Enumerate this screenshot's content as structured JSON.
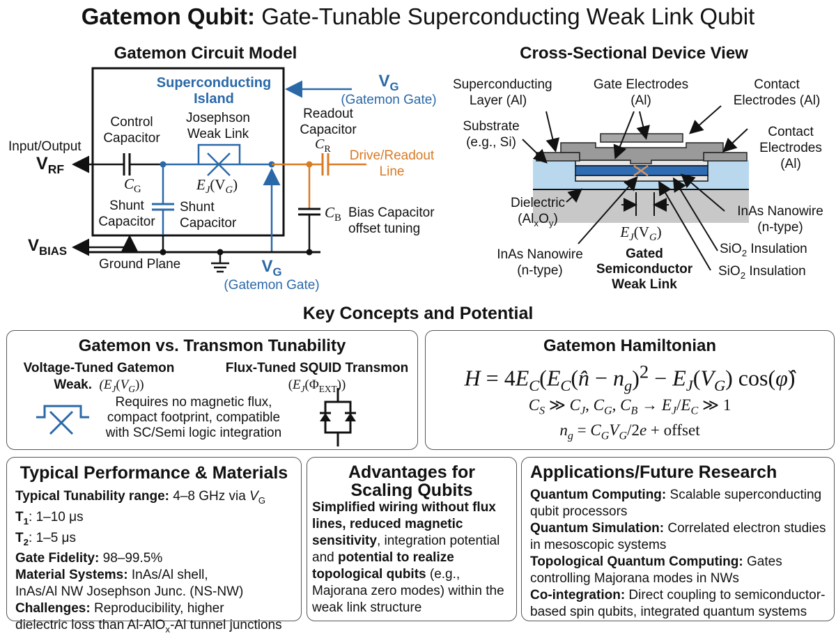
{
  "title": {
    "bold": "Gatemon Qubit:",
    "rest": " Gate-Tunable Superconducting Weak Link Qubit"
  },
  "circuit": {
    "heading": "Gatemon Circuit Model",
    "island_line1": "Superconducting",
    "island_line2": "Island",
    "vg_top": "V",
    "vg_top_sub": "G",
    "vg_top_label": "(Gatemon Gate)",
    "control_cap_line1": "Control",
    "control_cap_line2": "Capacitor",
    "josephson_line1": "Josephson",
    "josephson_line2": "Weak Link",
    "readout_cap_line1": "Readout",
    "readout_cap_line2": "Capacitor",
    "cr_symbol": "C",
    "cr_sub": "R",
    "drive_line1": "Drive/Readout",
    "drive_line2": "Line",
    "io_label": "Input/Output",
    "vrf": "V",
    "vrf_sub": "RF",
    "cg_symbol": "C",
    "cg_sub": "G",
    "ej_label": "E",
    "ej_sub": "J",
    "ej_arg": "(V",
    "ej_arg_sub": "G",
    "ej_close": ")",
    "shunt_left_line1": "Shunt",
    "shunt_left_line2": "Capacitor",
    "shunt_right_line1": "Shunt",
    "shunt_right_line2": "Capacitor",
    "cb_symbol": "C",
    "cb_sub": "B",
    "bias_line1": "Bias Capacitor",
    "bias_line2": "offset tuning",
    "vbias": "V",
    "vbias_sub": "BIAS",
    "ground_label": "Ground Plane",
    "vg_bottom": "V",
    "vg_bottom_sub": "G",
    "vg_bottom_label": "(Gatemon Gate)"
  },
  "device": {
    "heading": "Cross-Sectional Device View",
    "sc_layer_line1": "Superconducting",
    "sc_layer_line2": "Layer (Al)",
    "gate_el_line1": "Gate Electrodes",
    "gate_el_line2": "(Al)",
    "contact_top_line1": "Contact",
    "contact_top_line2": "Electrodes (Al)",
    "substrate_line1": "Substrate",
    "substrate_line2": "(e.g., Si)",
    "contact_right_line1": "Contact",
    "contact_right_line2": "Electrodes",
    "contact_right_line3": "(Al)",
    "dielectric_line1": "Dielectric",
    "dielectric_line2_a": "(Al",
    "dielectric_line2_x": "x",
    "dielectric_line2_b": "O",
    "dielectric_line2_y": "y",
    "dielectric_line2_c": ")",
    "inas_right_line1": "InAs Nanowire",
    "inas_right_line2": "(n-type)",
    "inas_left_line1": "InAs Nanowire",
    "inas_left_line2": "(n-type)",
    "ej_label": "E",
    "ej_sub": "J",
    "ej_arg": "(V",
    "ej_arg_sub": "G",
    "ej_close": ")",
    "weak_link_line1": "Gated",
    "weak_link_line2": "Semiconductor",
    "weak_link_line3": "Weak Link",
    "sio2_1_a": "SiO",
    "sio2_1_sub": "2",
    "sio2_1_b": " Insulation",
    "sio2_2_a": "SiO",
    "sio2_2_sub": "2",
    "sio2_2_b": " Insulation"
  },
  "key_concepts": {
    "heading": "Key Concepts and Potential"
  },
  "tunability": {
    "title": "Gatemon vs. Transmon Tunability",
    "left_heading": "Voltage-Tuned Gatemon",
    "left_sub_bold": "Weak.",
    "left_sub_math": "(E_J(V_G))",
    "right_heading": "Flux-Tuned SQUID Transmon",
    "right_sub_math": "(E_J(Φ_EXT))",
    "desc_line1": "Requires no magnetic flux,",
    "desc_line2": "compact footprint, compatible",
    "desc_line3": "with SC/Semi logic integration",
    "left_icon": "josephson-weak-link-icon",
    "right_icon": "squid-icon"
  },
  "hamiltonian": {
    "title": "Gatemon Hamiltonian",
    "eq1": "H = 4E_C(E_C(n̂ − n_g)^2 − E_J(V_G) cos(φ̂)",
    "eq2": "C_S ≫ C_J, C_G, C_B → E_J/E_C ≫ 1",
    "eq3": "n_g = C_G V_G/2e + offset"
  },
  "performance": {
    "title": "Typical Performance & Materials",
    "rows": [
      {
        "label": "Typical Tunability range:",
        "value": " 4–8 GHz via V_G"
      },
      {
        "label": "T1:",
        "value": " 1–10 μs"
      },
      {
        "label": "T2:",
        "value": " 1–5 μs"
      },
      {
        "label": "Gate Fidelity:",
        "value": " 98–99.5%"
      },
      {
        "label": "Material Systems:",
        "value": " InAs/Al shell,"
      },
      {
        "label": "",
        "value": "InAs/Al NW Josephson Junc. (NS-NW)"
      },
      {
        "label": "Challenges:",
        "value": " Reproducibility, higher"
      },
      {
        "label": "",
        "value": "dielectric loss than Al-AlOx-Al tunnel junctions"
      }
    ],
    "tunability_label": "Typical Tunability range:",
    "tunability_value": " 4–8 GHz via ",
    "tunability_var": "V",
    "tunability_var_sub": "G",
    "t1_label": "T",
    "t1_sub": "1",
    "t1_value": ": 1–10 μs",
    "t2_label": "T",
    "t2_sub": "2",
    "t2_value": ": 1–5 μs",
    "fidelity_label": "Gate Fidelity:",
    "fidelity_value": " 98–99.5%",
    "material_label": "Material Systems:",
    "material_value": " InAs/Al shell,",
    "material_value2": "InAs/Al NW Josephson Junc. (NS-NW)",
    "challenges_label": "Challenges:",
    "challenges_value": " Reproducibility, higher",
    "challenges_value2_a": "dielectric loss than Al-AlO",
    "challenges_value2_sub": "x",
    "challenges_value2_b": "-Al tunnel junctions"
  },
  "advantages": {
    "title_line1": "Advantages for",
    "title_line2": "Scaling Qubits",
    "bold1": "Simplified wiring without flux lines, reduced magnetic sensitivity",
    "text1": ", integration potential and ",
    "bold2": "potential to realize topological qubits",
    "text2": " (e.g., Majorana zero modes) within the weak link structure"
  },
  "applications": {
    "title": "Applications/Future Research",
    "items": [
      {
        "label": "Quantum Computing:",
        "text": " Scalable superconducting qubit processors"
      },
      {
        "label": "Quantum Simulation:",
        "text": " Correlated electron studies in mesoscopic systems"
      },
      {
        "label": "Topological Quantum Computing:",
        "text": " Gates controlling Majorana modes in NWs"
      },
      {
        "label": "Co-integration:",
        "text": " Direct coupling to semiconductor-based spin qubits, integrated quantum systems"
      }
    ]
  },
  "colors": {
    "blue": "#2a68a8",
    "orange": "#d97a25",
    "nanowire": "#2e6db4",
    "substrate": "#b9d8ee",
    "electrode": "#9a9a9a",
    "base": "#c8c8c8"
  }
}
